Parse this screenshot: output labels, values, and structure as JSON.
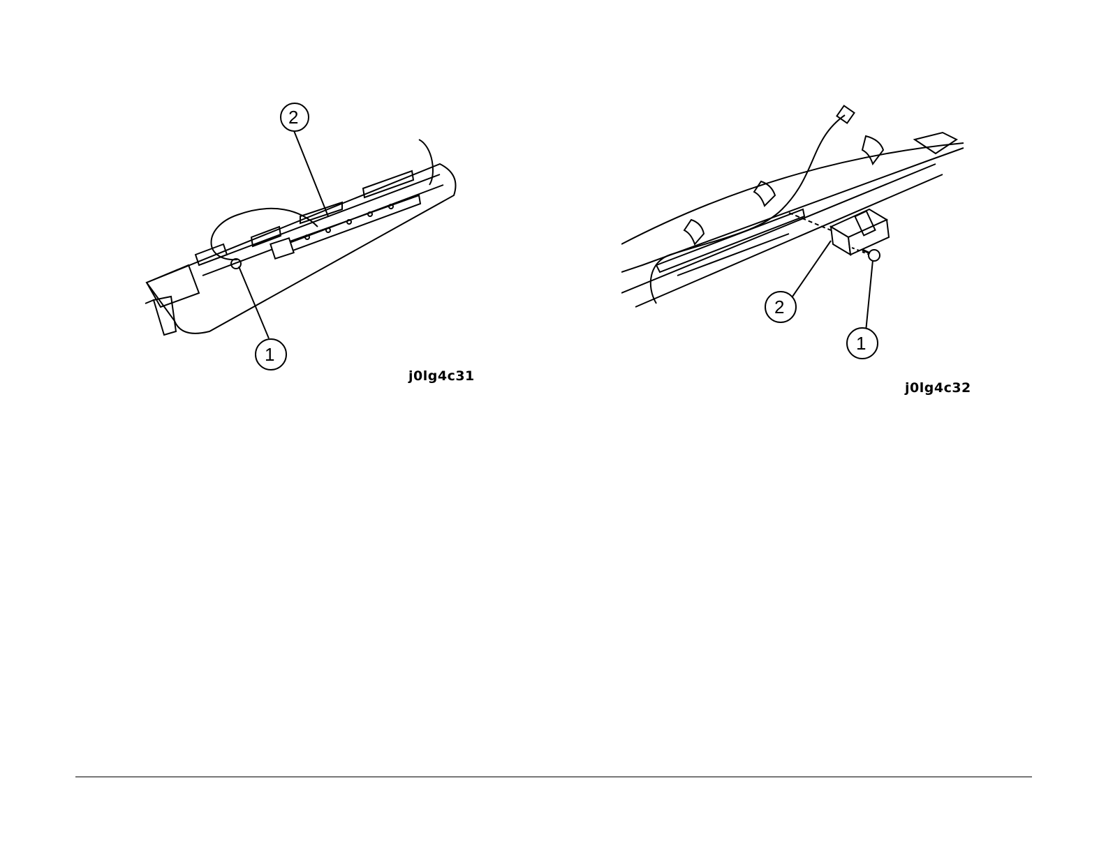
{
  "figures": [
    {
      "code": "j0lg4c31",
      "callouts": [
        "1",
        "2"
      ]
    },
    {
      "code": "j0lg4c32",
      "callouts": [
        "1",
        "2"
      ]
    }
  ],
  "colors": {
    "line": "#000000",
    "background": "#ffffff"
  },
  "icons": [
    "callout-circle-icon",
    "screw-icon",
    "connector-icon",
    "sensor-icon"
  ]
}
